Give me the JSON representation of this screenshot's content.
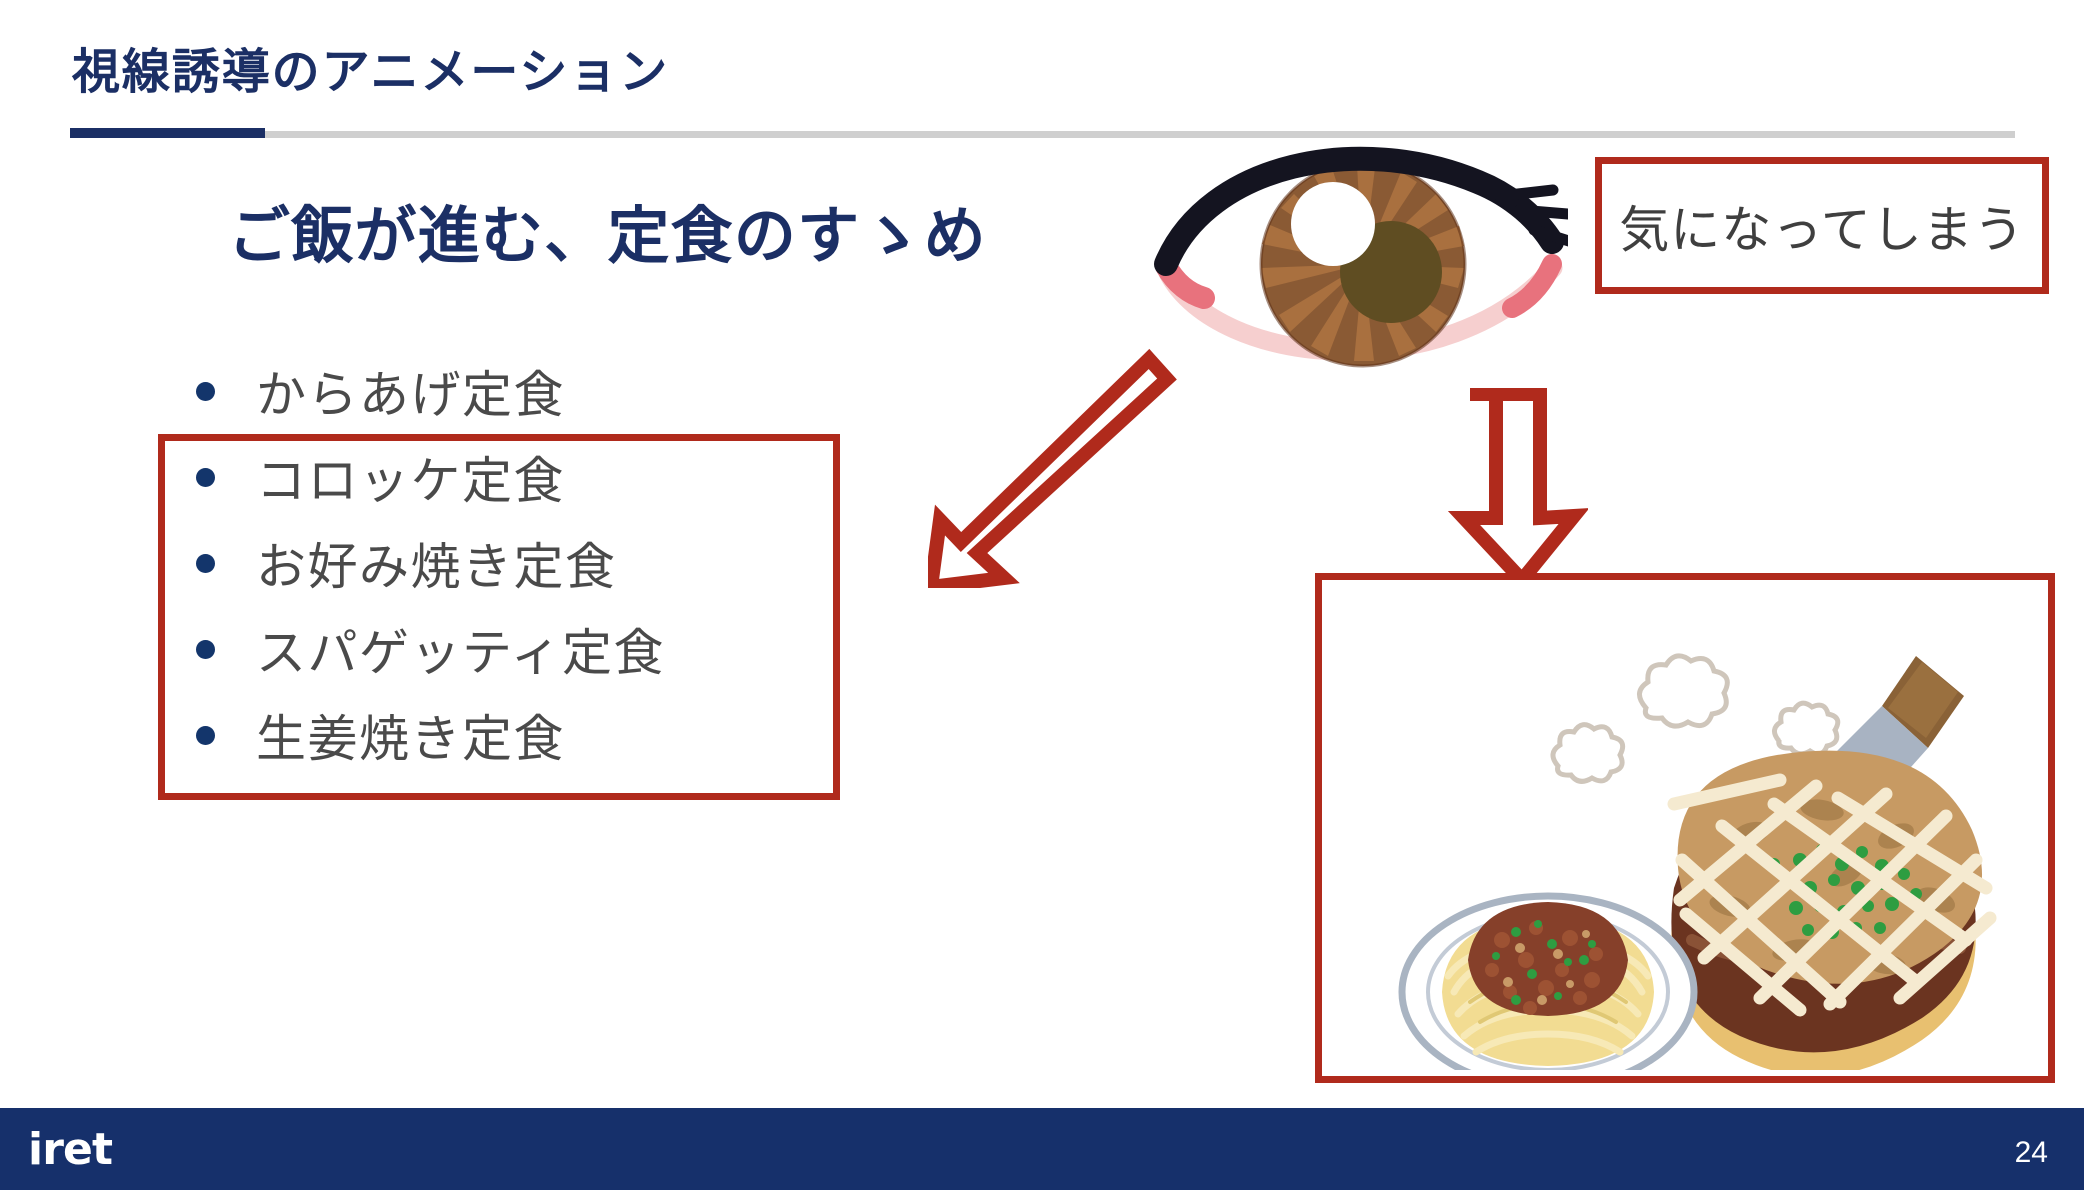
{
  "slide": {
    "title": "視線誘導のアニメーション",
    "heading": "ご飯が進む、定食のすゝめ",
    "page_number": "24",
    "brand": "iret"
  },
  "menu": {
    "items": [
      {
        "label": "からあげ定食"
      },
      {
        "label": "コロッケ定食"
      },
      {
        "label": "お好み焼き定食"
      },
      {
        "label": "スパゲッティ定食"
      },
      {
        "label": "生姜焼き定食"
      }
    ]
  },
  "callout": {
    "text": "気になってしまう"
  },
  "illustrations": {
    "eye": "eye-illustration",
    "food": "okonomiyaki-and-spaghetti-illustration"
  },
  "arrows": {
    "left": "arrow-pointing-left-to-list",
    "down": "arrow-pointing-down-to-food"
  },
  "colors": {
    "navy": "#1b2f65",
    "footer_navy": "#16306b",
    "red": "#b02a1c",
    "body_text": "#4a4a4a",
    "rule_gray": "#cfcfcf",
    "background": "#ffffff"
  }
}
